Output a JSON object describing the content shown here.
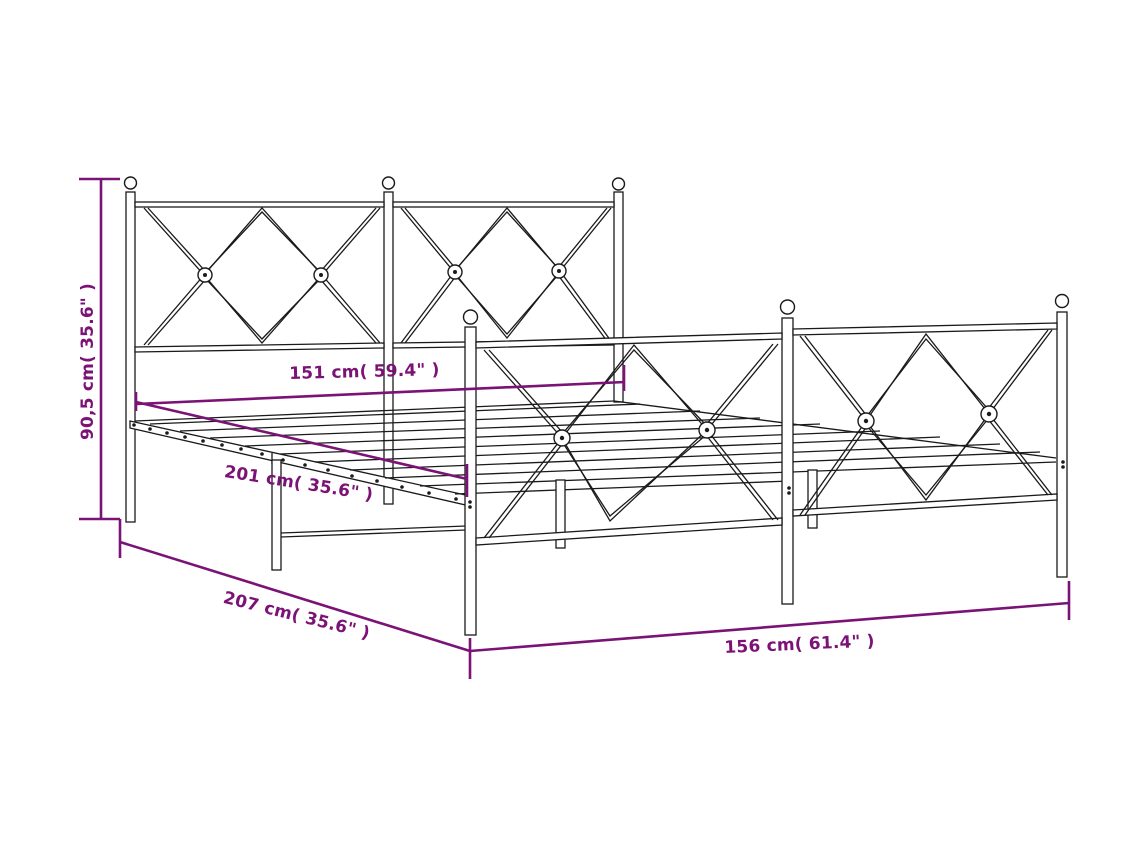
{
  "diagram": {
    "subject": "metal bed frame with headboard and footboard",
    "accent_color": "#7b1275",
    "line_color": "#1a1a1a",
    "dimensions": {
      "height": {
        "label": "90,5 cm( 35.6\" )",
        "cm": "90,5",
        "inch": "35.6"
      },
      "inner_width": {
        "label": "151 cm( 59.4\" )",
        "cm": "151",
        "inch": "59.4"
      },
      "inner_length": {
        "label": "201 cm( 35.6\" )",
        "cm": "201",
        "inch": "35.6"
      },
      "total_length": {
        "label": "207 cm( 35.6\" )",
        "cm": "207",
        "inch": "35.6"
      },
      "total_width": {
        "label": "156 cm( 61.4\" )",
        "cm": "156",
        "inch": "61.4"
      }
    }
  }
}
